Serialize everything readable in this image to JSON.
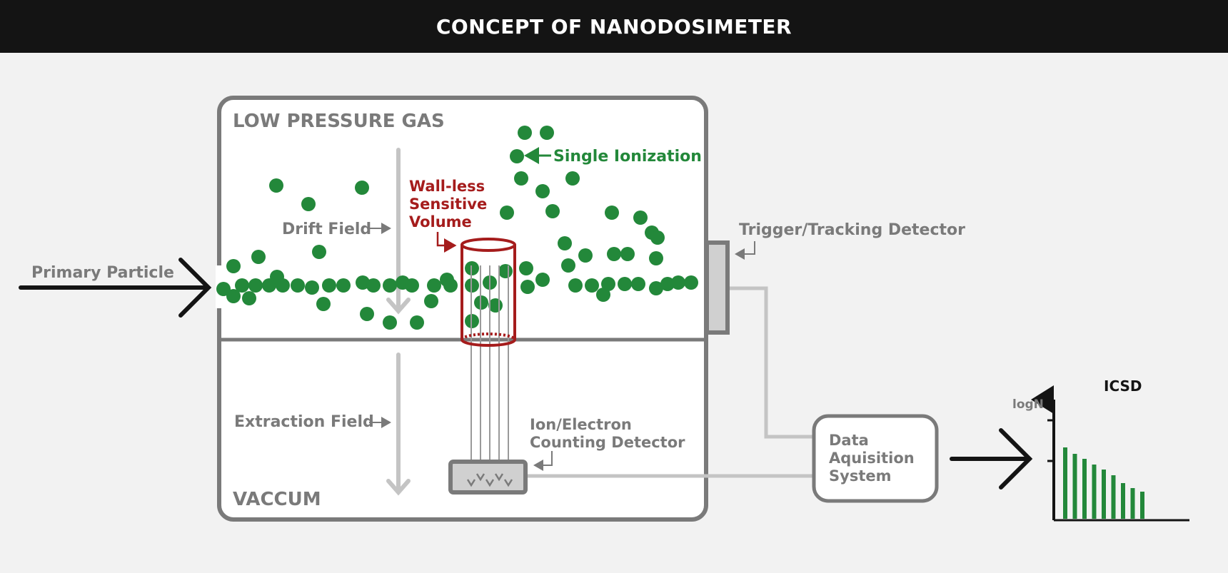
{
  "header": {
    "title": "CONCEPT OF NANODOSIMETER"
  },
  "labels": {
    "low_pressure_gas": "LOW PRESSURE GAS",
    "vaccum": "VACCUM",
    "drift_field": "Drift Field",
    "extraction_field": "Extraction Field",
    "primary_particle": "Primary Particle",
    "single_ionization": "Single Ionization",
    "wall_less_line1": "Wall-less",
    "wall_less_line2": "Sensitive",
    "wall_less_line3": "Volume",
    "trigger_detector": "Trigger/Tracking Detector",
    "ion_detector_line1": "Ion/Electron",
    "ion_detector_line2": "Counting Detector",
    "daq_line1": "Data",
    "daq_line2": "Aquisition",
    "daq_line3": "System",
    "icsd_title": "ICSD",
    "icsd_ylabel": "logN"
  },
  "icsd": {
    "bar_values": [
      1.0,
      0.91,
      0.84,
      0.76,
      0.69,
      0.61,
      0.5,
      0.43,
      0.38
    ]
  },
  "colors": {
    "header_bg": "#141414",
    "background": "#f2f2f2",
    "chamber_border": "#7a7a7a",
    "label_gray": "#7a7a7a",
    "arrow_light": "#c4c4c4",
    "ionization_green": "#23883a",
    "sensitive_volume_red": "#a51c1c",
    "dark": "#141414"
  },
  "icons": {
    "primary_arrow": "arrow-right-icon",
    "output_arrow": "chevron-right-icon"
  }
}
